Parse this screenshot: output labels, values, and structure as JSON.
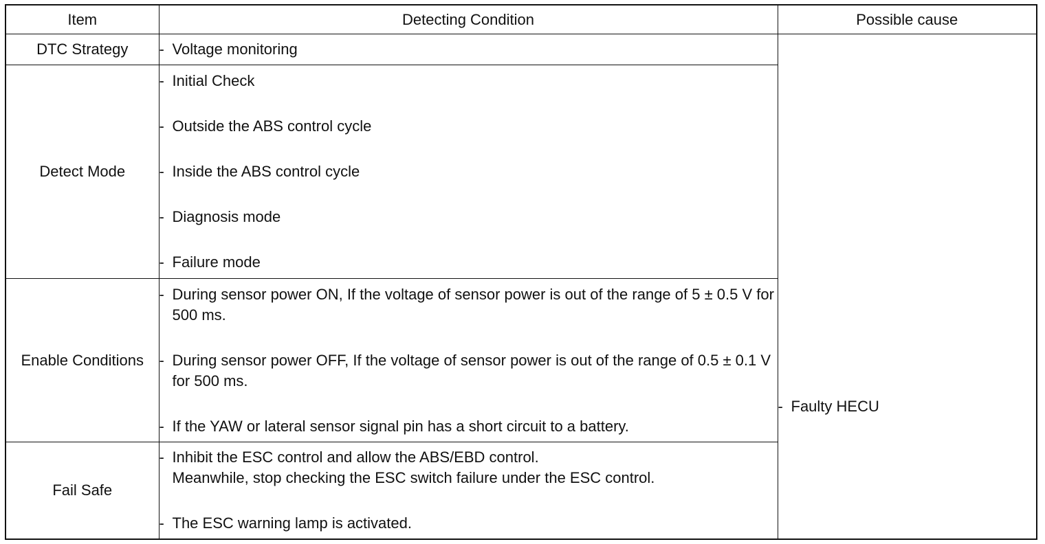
{
  "headers": [
    "Item",
    "Detecting Condition",
    "Possible cause"
  ],
  "rows": [
    {
      "item": "DTC Strategy",
      "conditions": [
        "Voltage monitoring"
      ]
    },
    {
      "item": "Detect Mode",
      "conditions": [
        "Initial Check",
        "Outside the ABS control cycle",
        "Inside the ABS control cycle",
        "Diagnosis mode",
        "Failure mode"
      ]
    },
    {
      "item": "Enable Conditions",
      "conditions": [
        "During sensor power ON, If the voltage of sensor power is out of the range of 5 ± 0.5 V for 500 ms.",
        "During sensor power OFF, If the voltage of sensor power is out of the range of 0.5 ± 0.1 V for 500 ms.",
        "If the YAW or lateral sensor signal pin has a short circuit to a battery."
      ]
    },
    {
      "item": "Fail Safe",
      "conditions": [
        "Inhibit the ESC control and allow the ABS/EBD control.\nMeanwhile, stop checking the ESC switch failure under the ESC control.",
        "The ESC warning lamp is activated."
      ]
    }
  ],
  "possible_cause": "Faulty HECU",
  "bullet_char": "-"
}
